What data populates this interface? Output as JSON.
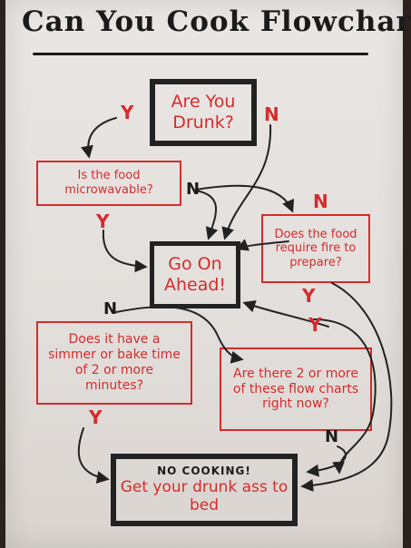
{
  "title": "Can You Cook Flowchart",
  "nodes": {
    "drunk": "Are You Drunk?",
    "microwavable": "Is the food microwavable?",
    "fire": "Does the food require fire to prepare?",
    "go_ahead": "Go On Ahead!",
    "simmer": "Does it have a simmer or bake time of 2 or more minutes?",
    "flowcharts": "Are there 2 or more of these flow charts right now?",
    "no_cooking_heading": "NO COOKING!",
    "no_cooking_body": "Get your drunk ass to bed"
  },
  "edge_labels": {
    "drunk_yes": "Y",
    "drunk_no": "N",
    "microwavable_no": "N",
    "microwavable_yes": "Y",
    "fire_no": "N",
    "fire_yes": "Y",
    "simmer_no": "N",
    "simmer_yes": "Y",
    "flowcharts_yes": "Y",
    "flowcharts_no": "N"
  },
  "colors": {
    "marker_red": "#d42c2c",
    "marker_black": "#222222",
    "paper": "#e6e3e0"
  }
}
